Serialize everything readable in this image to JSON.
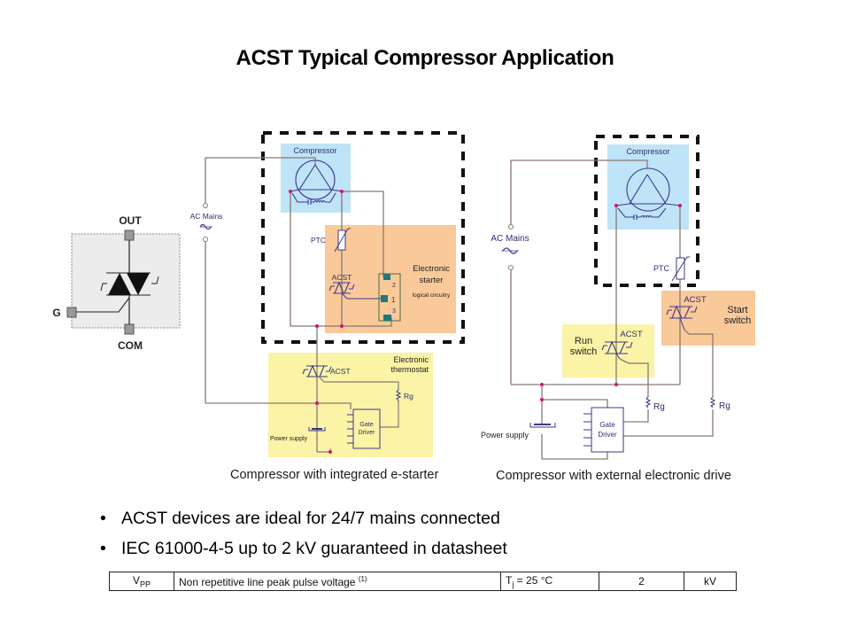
{
  "title": "ACST Typical Compressor Application",
  "symbol": {
    "out": "OUT",
    "gate": "G",
    "com": "COM"
  },
  "left_diagram": {
    "ac_mains": "AC Mains",
    "compressor": "Compressor",
    "ptc": "PTC",
    "acst_starter": "ACST",
    "starter_title_1": "Electronic",
    "starter_title_2": "starter",
    "starter_sub": "logical circuitry",
    "pin_2": "2",
    "pin_1": "1",
    "pin_3": "3",
    "thermostat_title_1": "Electronic",
    "thermostat_title_2": "thermostat",
    "acst_thermostat": "ACST",
    "rg": "Rg",
    "gate_driver_1": "Gate",
    "gate_driver_2": "Driver",
    "power_supply": "Power supply",
    "caption": "Compressor with integrated e-starter"
  },
  "right_diagram": {
    "ac_mains": "AC Mains",
    "compressor": "Compressor",
    "ptc": "PTC",
    "acst_start": "ACST",
    "start_switch_1": "Start",
    "start_switch_2": "switch",
    "acst_run": "ACST",
    "run_switch_1": "Run",
    "run_switch_2": "switch",
    "rg_1": "Rg",
    "rg_2": "Rg",
    "gate_driver_1": "Gate",
    "gate_driver_2": "Driver",
    "power_supply": "Power supply",
    "caption": "Compressor with external electronic drive"
  },
  "bullets": [
    "ACST devices are ideal for 24/7 mains connected",
    "IEC 61000-4-5 up to 2 kV guaranteed in datasheet"
  ],
  "spec_row": {
    "symbol": "V",
    "symbol_sub": "PP",
    "parameter": "Non repetitive line peak pulse voltage",
    "footnote": "(1)",
    "condition_pre": "T",
    "condition_sub": "j",
    "condition_post": " = 25 °C",
    "value": "2",
    "unit": "kV"
  },
  "colors": {
    "compressor_fill": "#bfe3f7",
    "starter_fill": "#f9c999",
    "thermostat_fill": "#fbf3a6",
    "wire": "#8a7a70",
    "junction": "#d0147a",
    "component": "#3a3a8c"
  }
}
